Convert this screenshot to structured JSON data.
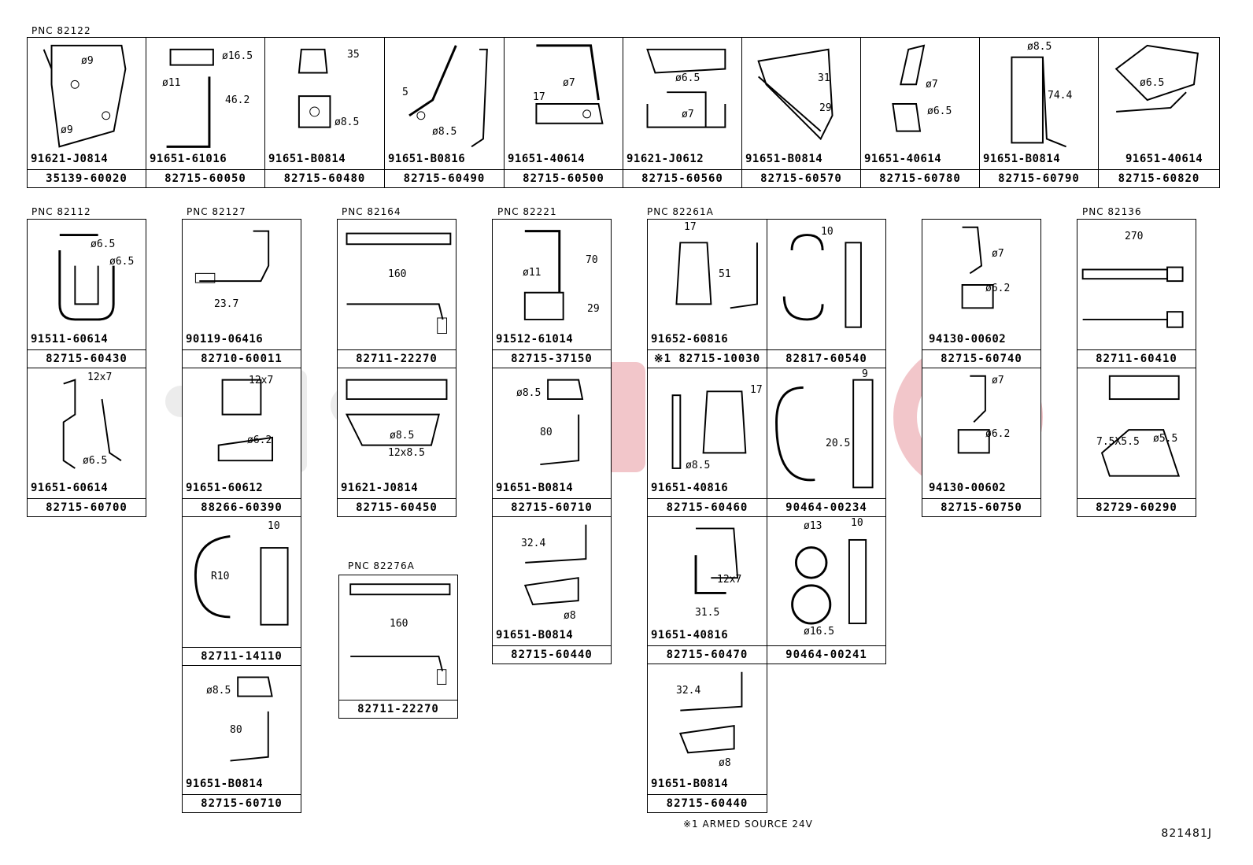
{
  "groups": [
    {
      "pnc": "PNC   82122"
    },
    {
      "pnc": "PNC   82112"
    },
    {
      "pnc": "PNC   82127"
    },
    {
      "pnc": "PNC   82164"
    },
    {
      "pnc": "PNC   82221"
    },
    {
      "pnc": "PNC   82261A"
    },
    {
      "pnc": "PNC   82136"
    },
    {
      "pnc": "PNC   82276A"
    }
  ],
  "cells": [
    {
      "part": "35139-60020",
      "bolt": "91621-J0814",
      "dims": [
        "ø9",
        "ø9"
      ]
    },
    {
      "part": "82715-60050",
      "bolt": "91651-61016",
      "dims": [
        "ø16.5",
        "ø11",
        "46.2"
      ]
    },
    {
      "part": "82715-60480",
      "bolt": "91651-B0814",
      "dims": [
        "35",
        "ø8.5"
      ]
    },
    {
      "part": "82715-60490",
      "bolt": "91651-B0816",
      "dims": [
        "5",
        "ø8.5"
      ]
    },
    {
      "part": "82715-60500",
      "bolt": "91651-40614",
      "dims": [
        "17",
        "ø7"
      ]
    },
    {
      "part": "82715-60560",
      "bolt": "91621-J0612",
      "dims": [
        "ø6.5",
        "ø7"
      ]
    },
    {
      "part": "82715-60570",
      "bolt": "91651-B0814",
      "dims": [
        "31",
        "29"
      ]
    },
    {
      "part": "82715-60780",
      "bolt": "91651-40614",
      "dims": [
        "ø7",
        "ø6.5"
      ]
    },
    {
      "part": "82715-60790",
      "bolt": "91651-B0814",
      "dims": [
        "ø8.5",
        "74.4"
      ]
    },
    {
      "part": "82715-60820",
      "bolt": "91651-40614",
      "dims": [
        "ø6.5"
      ]
    },
    {
      "part": "82715-60430",
      "bolt": "91511-60614",
      "dims": [
        "ø6.5",
        "ø6.5"
      ]
    },
    {
      "part": "82715-60700",
      "bolt": "91651-60614",
      "dims": [
        "12x7",
        "ø6.5"
      ]
    },
    {
      "part": "82710-60011",
      "bolt": "90119-06416",
      "dims": [
        "23.7"
      ]
    },
    {
      "part": "88266-60390",
      "bolt": "91651-60612",
      "dims": [
        "12x7",
        "ø6.2"
      ]
    },
    {
      "part": "82711-14110",
      "bolt": "",
      "dims": [
        "10",
        "R10"
      ]
    },
    {
      "part": "82715-60710",
      "bolt": "91651-B0814",
      "dims": [
        "ø8.5",
        "80"
      ]
    },
    {
      "part": "82711-22270",
      "bolt": "",
      "dims": [
        "160"
      ]
    },
    {
      "part": "82715-60450",
      "bolt": "91621-J0814",
      "dims": [
        "ø8.5",
        "12x8.5"
      ]
    },
    {
      "part": "82711-22270",
      "bolt": "",
      "dims": [
        "160"
      ]
    },
    {
      "part": "82715-37150",
      "bolt": "91512-61014",
      "dims": [
        "70",
        "ø11",
        "29"
      ]
    },
    {
      "part": "82715-60710",
      "bolt": "91651-B0814",
      "dims": [
        "ø8.5",
        "80"
      ]
    },
    {
      "part": "82715-60440",
      "bolt": "91651-B0814",
      "dims": [
        "32.4",
        "ø8"
      ]
    },
    {
      "part": "※1 82715-10030",
      "bolt": "91652-60816",
      "dims": [
        "17",
        "51"
      ]
    },
    {
      "part": "82817-60540",
      "bolt": "",
      "dims": [
        "10"
      ]
    },
    {
      "part": "82715-60460",
      "bolt": "91651-40816",
      "dims": [
        "17",
        "ø8.5"
      ]
    },
    {
      "part": "90464-00234",
      "bolt": "",
      "dims": [
        "9",
        "20.5"
      ]
    },
    {
      "part": "82715-60470",
      "bolt": "91651-40816",
      "dims": [
        "12x7",
        "31.5"
      ]
    },
    {
      "part": "90464-00241",
      "bolt": "",
      "dims": [
        "ø13",
        "10",
        "ø16.5"
      ]
    },
    {
      "part": "82715-60440",
      "bolt": "91651-B0814",
      "dims": [
        "32.4",
        "ø8"
      ]
    },
    {
      "part": "82715-60740",
      "bolt": "94130-00602",
      "dims": [
        "ø7",
        "ø6.2"
      ]
    },
    {
      "part": "82715-60750",
      "bolt": "94130-00602",
      "dims": [
        "ø7",
        "ø6.2"
      ]
    },
    {
      "part": "82711-60410",
      "bolt": "",
      "dims": [
        "270"
      ]
    },
    {
      "part": "82729-60290",
      "bolt": "",
      "dims": [
        "7.5X5.5",
        "ø5.5"
      ]
    }
  ],
  "footnote": "※1   ARMED SOURCE 24V",
  "diagram_code": "821481J",
  "colors": {
    "line": "#000000",
    "watermark": "#e9b4b8",
    "watermark_gray": "#e6e6e6"
  }
}
